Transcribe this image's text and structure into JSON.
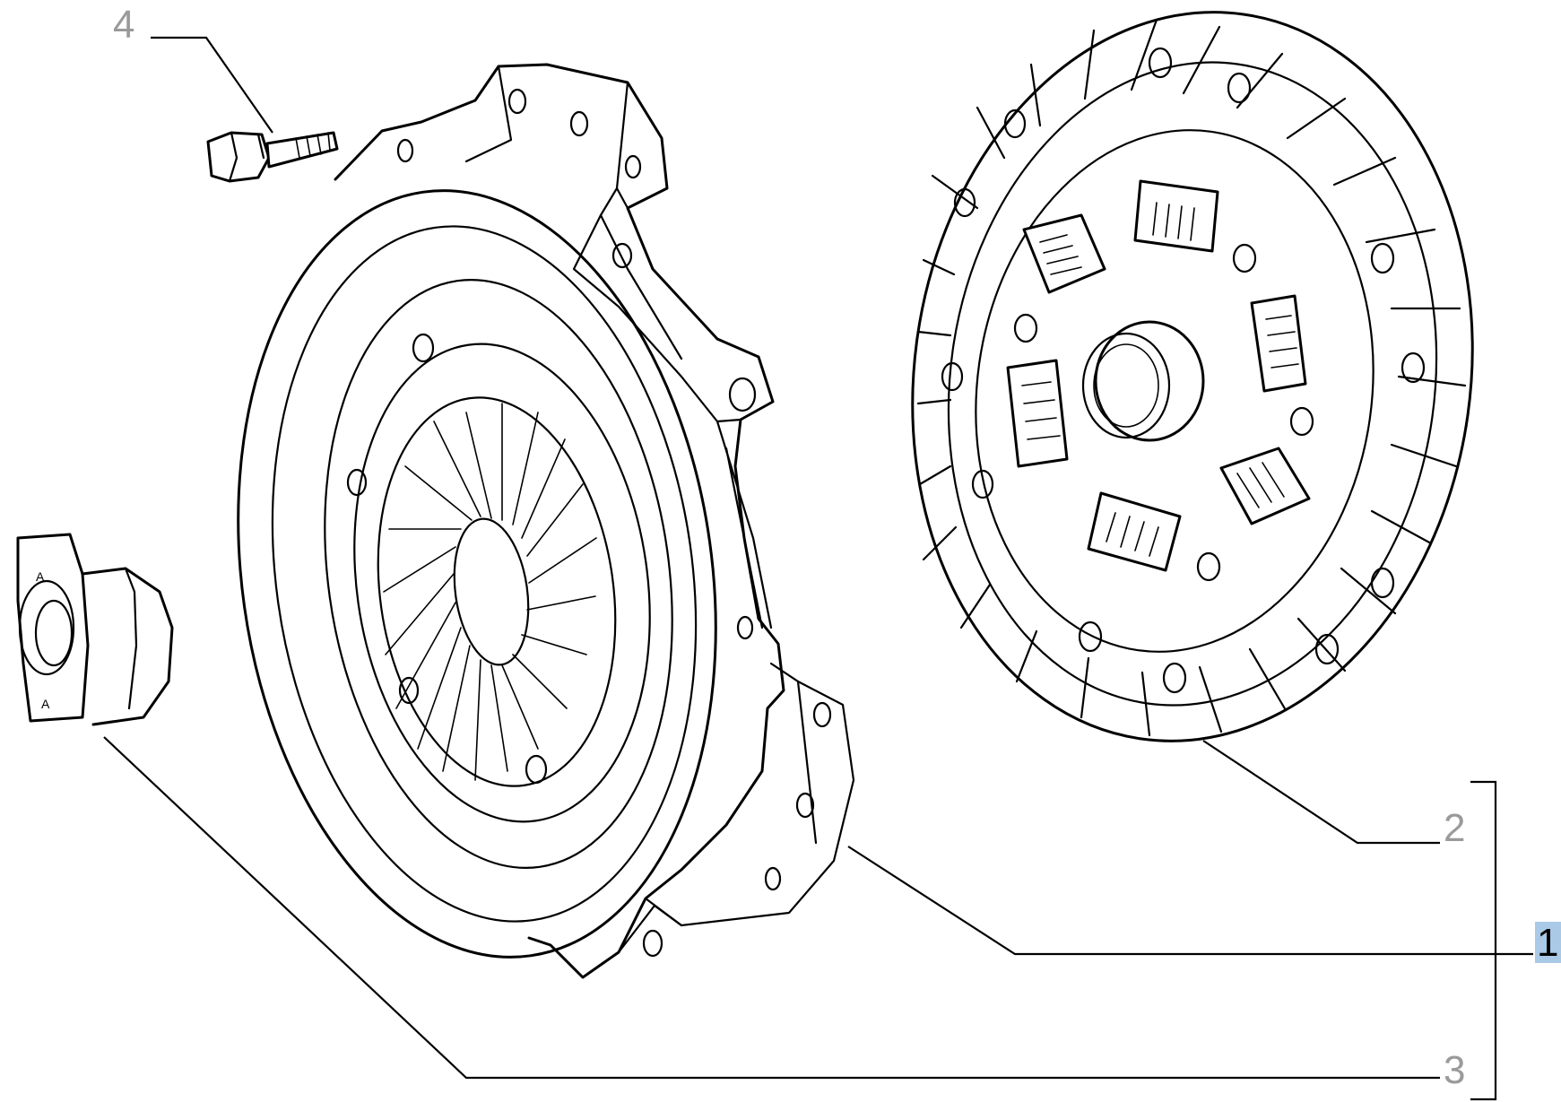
{
  "diagram": {
    "parts": [
      {
        "id": "bolt",
        "callout": "4"
      },
      {
        "id": "clutch-disc",
        "callout": "2"
      },
      {
        "id": "clutch-kit",
        "callout": "1",
        "selected": true,
        "highlight": "#a9c9e6"
      },
      {
        "id": "release-bearing",
        "callout": "3"
      }
    ]
  }
}
